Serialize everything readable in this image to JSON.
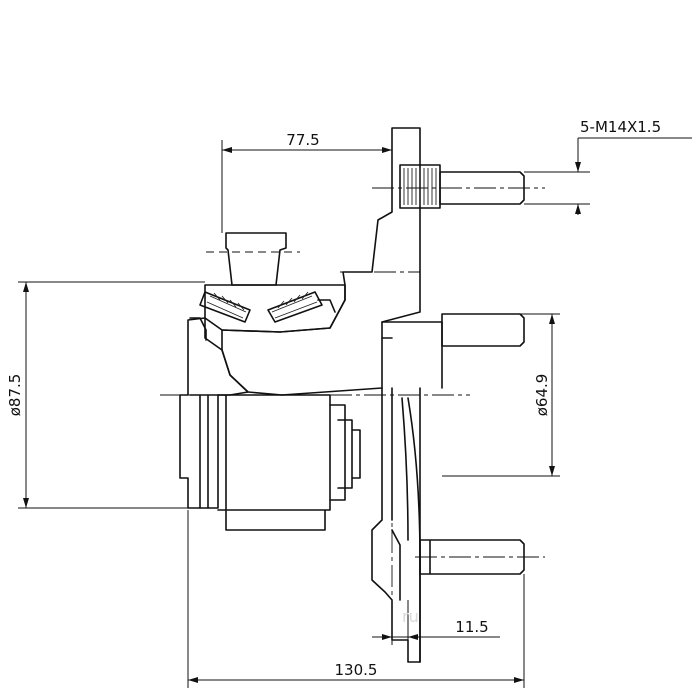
{
  "dimensions": {
    "flange_offset": "77.5",
    "stud_thread": "5-M14X1.5",
    "outer_diameter": "ø87.5",
    "pilot_diameter": "ø64.9",
    "flange_thickness": "11.5",
    "overall_length": "130.5"
  },
  "watermark": "ru"
}
